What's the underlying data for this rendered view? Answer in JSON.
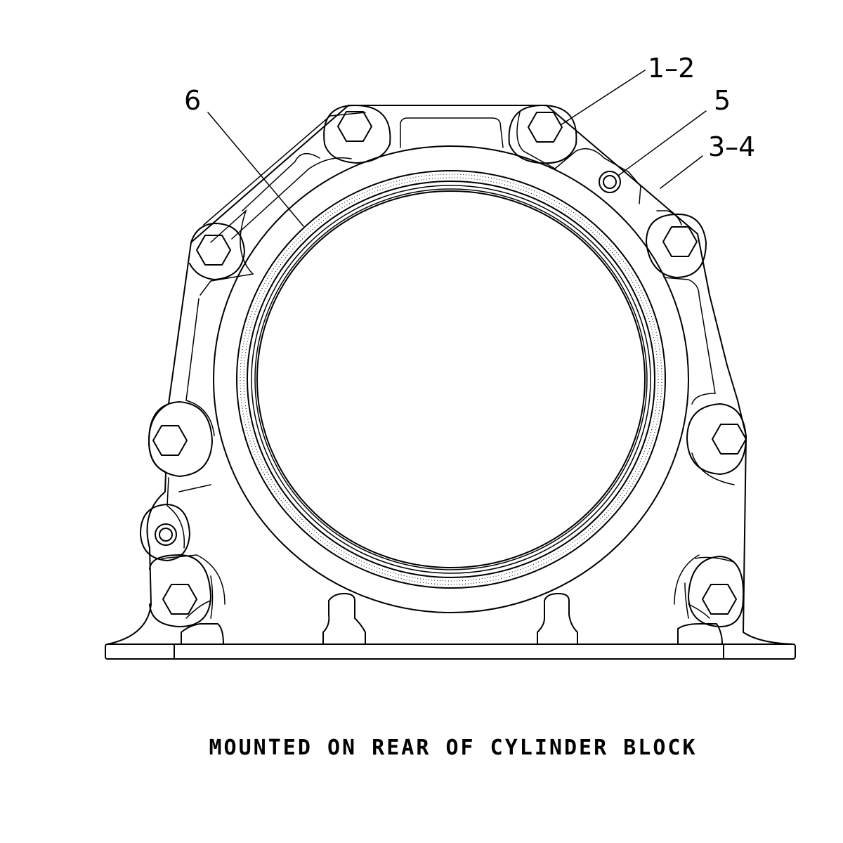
{
  "callouts": {
    "c12": "1–2",
    "c5": "5",
    "c34": "3–4",
    "c6": "6"
  },
  "caption": "MOUNTED ON REAR OF CYLINDER BLOCK",
  "colors": {
    "line": "#000000",
    "background": "#ffffff"
  }
}
